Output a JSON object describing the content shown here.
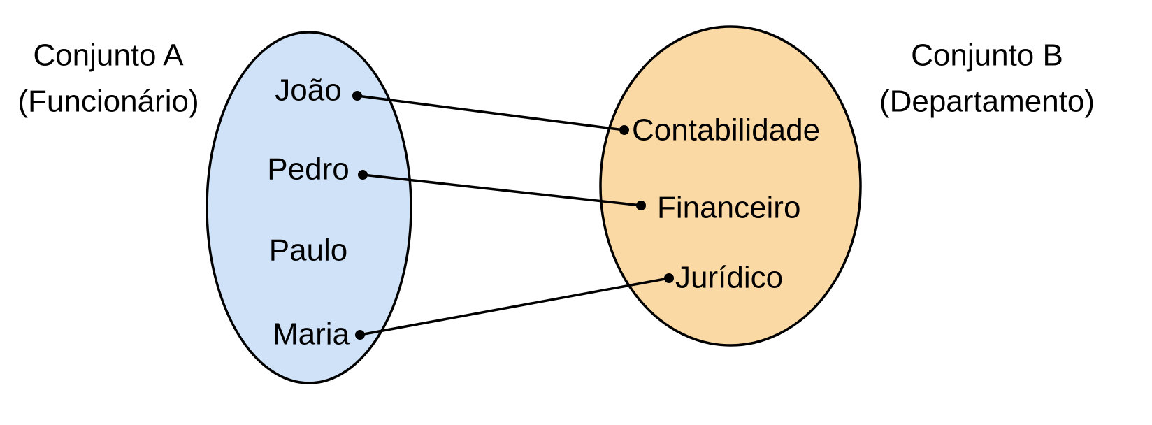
{
  "sets": {
    "a": {
      "title": "Conjunto A",
      "subtitle": "(Funcionário)",
      "fill_color": "#d0e2f7",
      "members": [
        "João",
        "Pedro",
        "Paulo",
        "Maria"
      ]
    },
    "b": {
      "title": "Conjunto B",
      "subtitle": "(Departamento)",
      "fill_color": "#fad9a4",
      "members": [
        "Contabilidade",
        "Financeiro",
        "Jurídico"
      ]
    }
  },
  "mappings": [
    {
      "from": "João",
      "to": "Contabilidade"
    },
    {
      "from": "Pedro",
      "to": "Financeiro"
    },
    {
      "from": "Maria",
      "to": "Jurídico"
    }
  ],
  "line_color": "#000000"
}
